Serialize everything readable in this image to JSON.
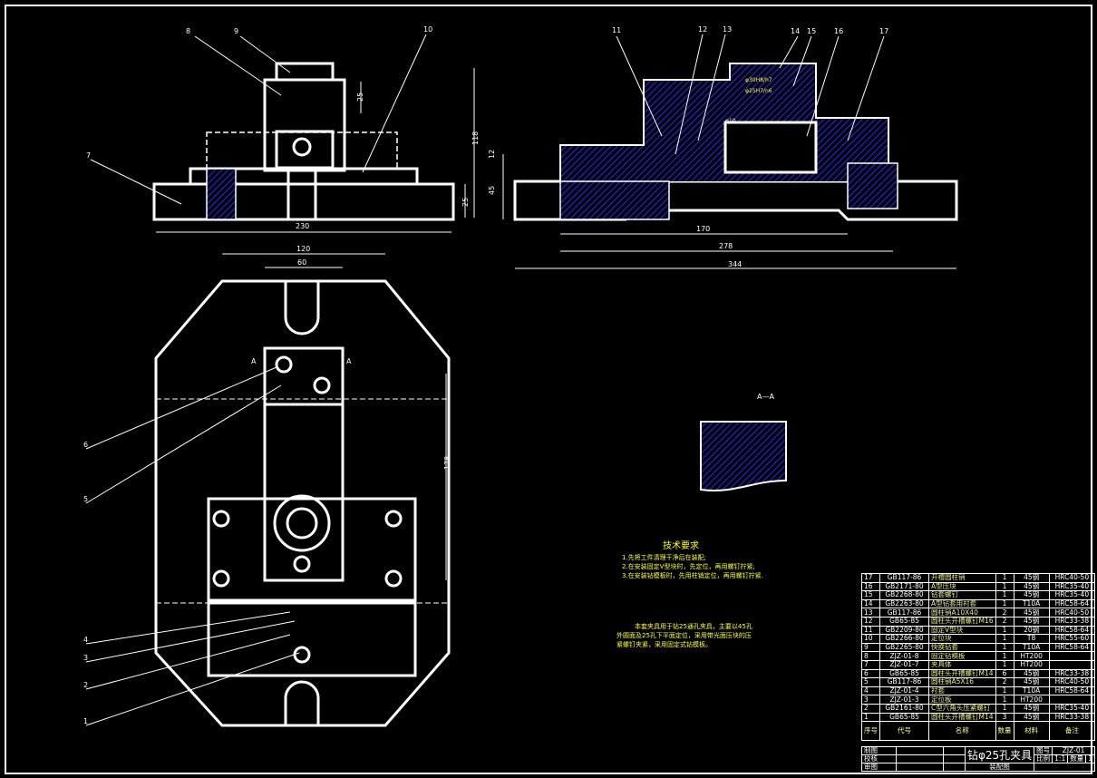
{
  "drawing_title": "钻φ25孔夹具",
  "drawing_number_label": "图号",
  "drawing_number": "ZJZ-01",
  "scale_label": "比例",
  "scale": "1:1",
  "qty_label": "数量",
  "qty": "1",
  "drawing_type": "装配图",
  "sign_rows": [
    "制图",
    "校核",
    "审图"
  ],
  "section_label": "A—A",
  "section_marks": [
    "A",
    "A"
  ],
  "balloons": [
    "1",
    "2",
    "3",
    "4",
    "5",
    "6",
    "7",
    "8",
    "9",
    "10",
    "11",
    "12",
    "13",
    "14",
    "15",
    "16",
    "17"
  ],
  "dimensions": {
    "front_width": "230",
    "front_height": "118",
    "front_h25a": "25",
    "front_h25b": "25",
    "top_120": "120",
    "top_60": "60",
    "top_178": "178",
    "side_45": "45",
    "side_12": "12",
    "side_170": "170",
    "side_278": "278",
    "side_344": "344",
    "fit1": "φ30H8/h7",
    "fit2": "φ25H7/n6",
    "fit3": "φ10"
  },
  "tech_requirements": {
    "title": "技术要求",
    "items": [
      "1.先将工件清理干净后在装配;",
      "2.在安装固定V型块时，先定位，再用螺钉拧紧;",
      "3.在安装钻模板时，先用柱销定位，再用螺钉拧紧."
    ]
  },
  "description": "本套夹具用于钻25通孔夹具，主要以45孔外圆面及25孔下平面定位，采用带光面压块的压紧螺钉夹紧，采用固定式钻模板。",
  "bom_headers": [
    "序号",
    "代号",
    "名称",
    "数量",
    "材料",
    "备注"
  ],
  "bom": [
    {
      "no": "17",
      "code": "GB117-86",
      "name": "开槽圆柱销",
      "qty": "1",
      "mat": "45钢",
      "note": "HRC40-50"
    },
    {
      "no": "16",
      "code": "GB2171-80",
      "name": "A型压块",
      "qty": "1",
      "mat": "45钢",
      "note": "HRC35-40"
    },
    {
      "no": "15",
      "code": "GB2268-80",
      "name": "钻套螺钉",
      "qty": "1",
      "mat": "45钢",
      "note": "HRC35-40"
    },
    {
      "no": "14",
      "code": "GB2263-80",
      "name": "A型钻套用衬套",
      "qty": "1",
      "mat": "T10A",
      "note": "HRC58-64"
    },
    {
      "no": "13",
      "code": "GB117-86",
      "name": "圆柱销A10X40",
      "qty": "2",
      "mat": "45钢",
      "note": "HRC40-50"
    },
    {
      "no": "12",
      "code": "GB65-85",
      "name": "圆柱头开槽螺钉M16",
      "qty": "2",
      "mat": "45钢",
      "note": "HRC33-38"
    },
    {
      "no": "11",
      "code": "GB2209-80",
      "name": "固定V型块",
      "qty": "1",
      "mat": "20钢",
      "note": "HRC58-64"
    },
    {
      "no": "10",
      "code": "GB2266-80",
      "name": "定位块",
      "qty": "1",
      "mat": "T8",
      "note": "HRC55-60"
    },
    {
      "no": "9",
      "code": "GB2265-80",
      "name": "快换钻套",
      "qty": "1",
      "mat": "T10A",
      "note": "HRC58-64"
    },
    {
      "no": "8",
      "code": "ZJZ-01-8",
      "name": "固定钻模板",
      "qty": "1",
      "mat": "HT200",
      "note": ""
    },
    {
      "no": "7",
      "code": "ZJZ-01-7",
      "name": "夹具体",
      "qty": "1",
      "mat": "HT200",
      "note": ""
    },
    {
      "no": "6",
      "code": "GB65-85",
      "name": "圆柱头开槽螺钉M14",
      "qty": "6",
      "mat": "45钢",
      "note": "HRC33-38"
    },
    {
      "no": "5",
      "code": "GB117-86",
      "name": "圆柱销A5X16",
      "qty": "2",
      "mat": "45钢",
      "note": "HRC40-50"
    },
    {
      "no": "4",
      "code": "ZJZ-01-4",
      "name": "衬套",
      "qty": "1",
      "mat": "T10A",
      "note": "HRC58-64"
    },
    {
      "no": "3",
      "code": "ZJZ-01-3",
      "name": "定位板",
      "qty": "1",
      "mat": "HT200",
      "note": ""
    },
    {
      "no": "2",
      "code": "GB2161-80",
      "name": "C型六角头压紧螺钉",
      "qty": "1",
      "mat": "45钢",
      "note": "HRC35-40"
    },
    {
      "no": "1",
      "code": "GB65-85",
      "name": "圆柱头开槽螺钉M14",
      "qty": "3",
      "mat": "45钢",
      "note": "HRC33-38"
    }
  ],
  "colors": {
    "background": "#000000",
    "line": "#ffffff",
    "hatch": "#2a2aff",
    "text_yellow": "#ffff44"
  }
}
